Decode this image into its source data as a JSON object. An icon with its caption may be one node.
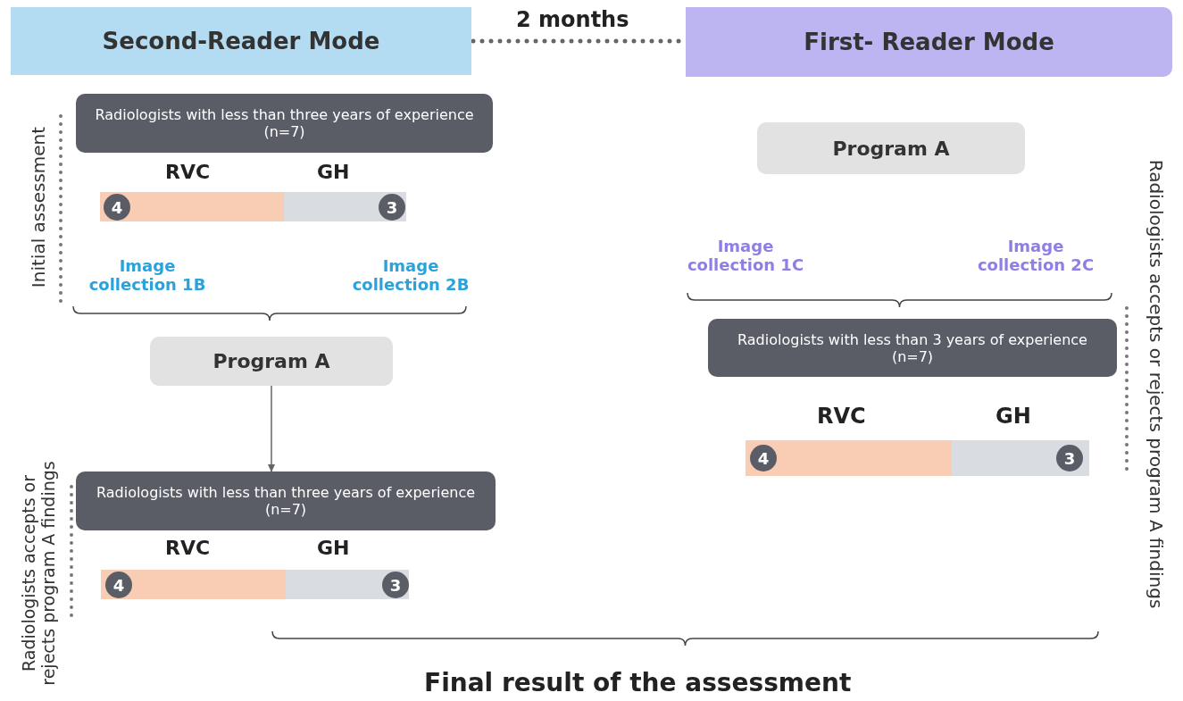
{
  "diagram": {
    "nodes": [
      {
        "text": [
          "Second-Reader Mode"
        ]
      },
      {
        "text": [
          "First- Reader Mode"
        ]
      },
      {
        "text": [
          "Radiologists with less than three years of experience (n=7)"
        ]
      },
      {
        "text": [],
        "shape": "bar"
      },
      {
        "text": [
          "4"
        ],
        "in": 3
      },
      {
        "text": [
          "3"
        ],
        "in": 3
      },
      {
        "text": [
          "Image collection 1B"
        ]
      },
      {
        "text": [
          "Image collection 2B"
        ]
      },
      {
        "text": [
          "Program A"
        ]
      },
      {
        "text": [
          "Radiologists with less than three years of experience (n=7)"
        ]
      },
      {
        "text": [],
        "shape": "bar"
      },
      {
        "text": [
          "4"
        ],
        "in": 10
      },
      {
        "text": [
          "3"
        ],
        "in": 10
      },
      {
        "text": [
          "Program A"
        ]
      },
      {
        "text": [
          "Image collection 1C"
        ]
      },
      {
        "text": [
          "Image collection 2C"
        ]
      },
      {
        "text": [
          "Radiologists with less than 3 years of experience (n=7)"
        ]
      },
      {
        "text": [],
        "shape": "bar"
      },
      {
        "text": [
          "4"
        ],
        "in": 17
      },
      {
        "text": [
          "3"
        ],
        "in": 17
      }
    ],
    "edges": [
      {
        "from": 0,
        "to": 1,
        "arrow": "none",
        "style": "dashed",
        "label": "2 months"
      },
      {
        "from": 8,
        "to": 9,
        "arrow": "to"
      }
    ],
    "labels": [
      "Initial assessment",
      "Radiologists accepts or rejects program A findings",
      "RVC",
      "GH",
      "RVC",
      "GH",
      "Radiologists accepts or rejects program A findings",
      "RVC",
      "GH",
      "Final result of the assessment"
    ]
  }
}
